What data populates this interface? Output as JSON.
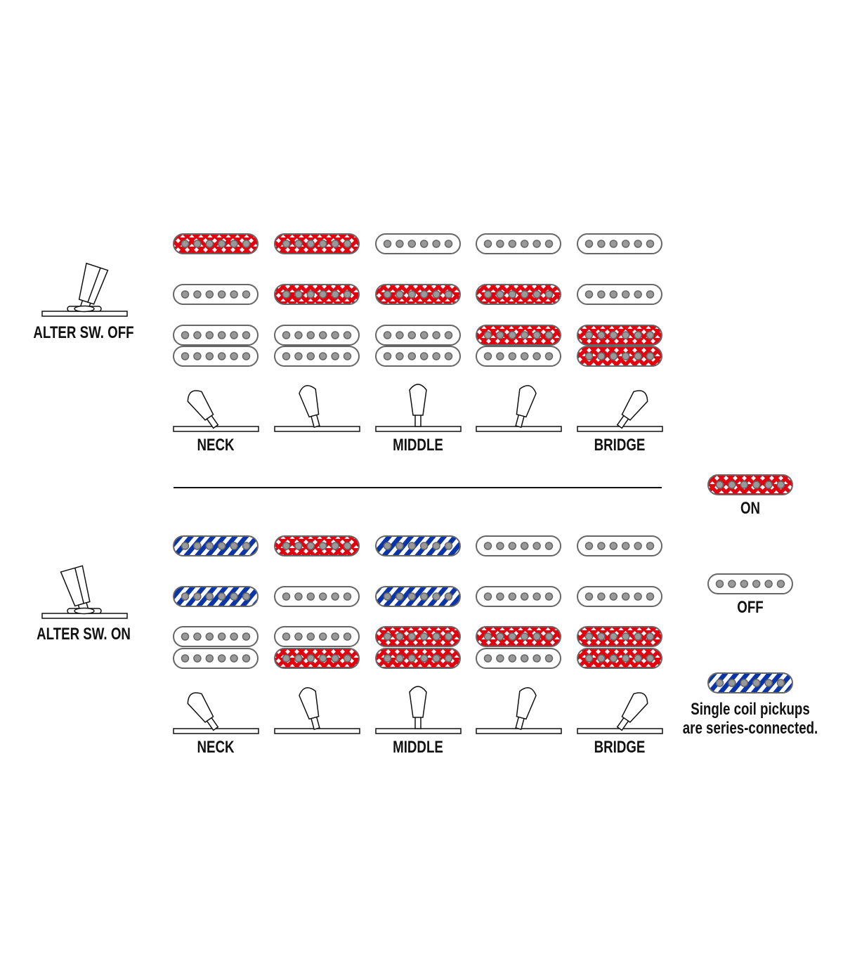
{
  "colors": {
    "on": "#e3000f",
    "series": "#0a35a8",
    "outline": "#666666",
    "pole": "#999999"
  },
  "sections": [
    {
      "alter_label": "ALTER SW. OFF",
      "position_labels": [
        "NECK",
        "",
        "MIDDLE",
        "",
        "BRIDGE"
      ],
      "rows": [
        [
          "on",
          "on",
          "off",
          "off",
          "off"
        ],
        [
          "off",
          "on",
          "on",
          "on",
          "off"
        ],
        [
          "off",
          "off",
          "off",
          "on",
          "on"
        ],
        [
          "off",
          "off",
          "off",
          "off",
          "on"
        ]
      ]
    },
    {
      "alter_label": "ALTER SW. ON",
      "position_labels": [
        "NECK",
        "",
        "MIDDLE",
        "",
        "BRIDGE"
      ],
      "rows": [
        [
          "series",
          "on",
          "series",
          "off",
          "off"
        ],
        [
          "series",
          "off",
          "series",
          "off",
          "off"
        ],
        [
          "off",
          "off",
          "on",
          "on",
          "on"
        ],
        [
          "off",
          "on",
          "on",
          "off",
          "on"
        ]
      ]
    }
  ],
  "legend": {
    "on": "ON",
    "off": "OFF",
    "series_line1": "Single coil pickups",
    "series_line2": "are series-connected."
  }
}
